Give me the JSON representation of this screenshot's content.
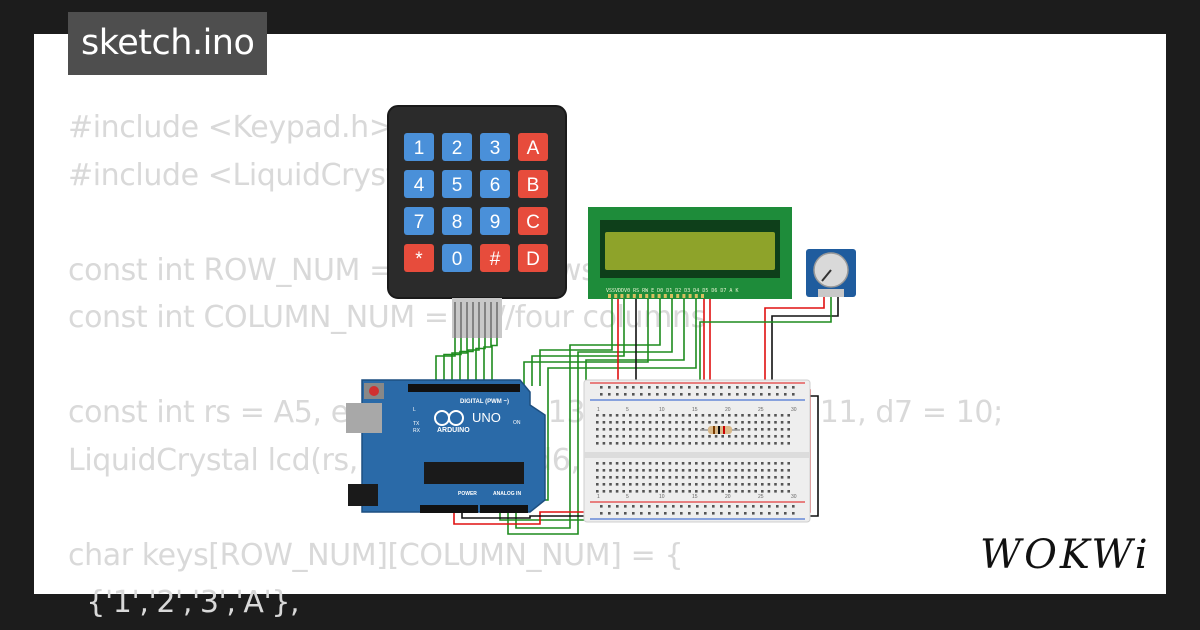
{
  "window": {
    "title": "sketch.ino"
  },
  "code_lines": [
    "#include <Keypad.h>",
    "#include <LiquidCrystal.h>",
    "",
    "const int ROW_NUM = 4; //four rows",
    "const int COLUMN_NUM = 4; //four columns",
    "",
    "const int rs = A5, en = A4, d4 = 13, d5 = 12, d6 = 11, d7 = 10;",
    "LiquidCrystal lcd(rs, en, d4, d5, d6, d7);",
    "",
    "char keys[ROW_NUM][COLUMN_NUM] = {",
    "  {'1','2','3','A'},"
  ],
  "keypad": {
    "keys": [
      [
        "1",
        "2",
        "3",
        "A"
      ],
      [
        "4",
        "5",
        "6",
        "B"
      ],
      [
        "7",
        "8",
        "9",
        "C"
      ],
      [
        "*",
        "0",
        "#",
        "D"
      ]
    ],
    "colors": {
      "number": "#4a90d9",
      "letter": "#e74c3c",
      "body": "#2b2b2b"
    }
  },
  "arduino": {
    "model_label": "UNO",
    "brand_label": "ARDUINO",
    "digital_label": "DIGITAL (PWM ~)",
    "power_label": "POWER",
    "analog_label": "ANALOG IN",
    "tx_label": "TX",
    "rx_label": "RX",
    "on_label": "ON",
    "l_label": "L",
    "color": "#2a6aa8"
  },
  "lcd": {
    "pin_labels": "VSSVDDV0 RS RW E D0 D1 D2 D3 D4 D5 D6 D7 A  K",
    "board_color": "#1e8c3a",
    "screen_color": "#8ea32a"
  },
  "breadboard": {
    "column_numbers": [
      "1",
      "5",
      "10",
      "15",
      "20",
      "25",
      "30"
    ]
  },
  "wire_colors": {
    "green": "#1e8c1e",
    "red": "#e01010",
    "black": "#111111"
  },
  "brand": {
    "logo_text": "WOKWi"
  }
}
